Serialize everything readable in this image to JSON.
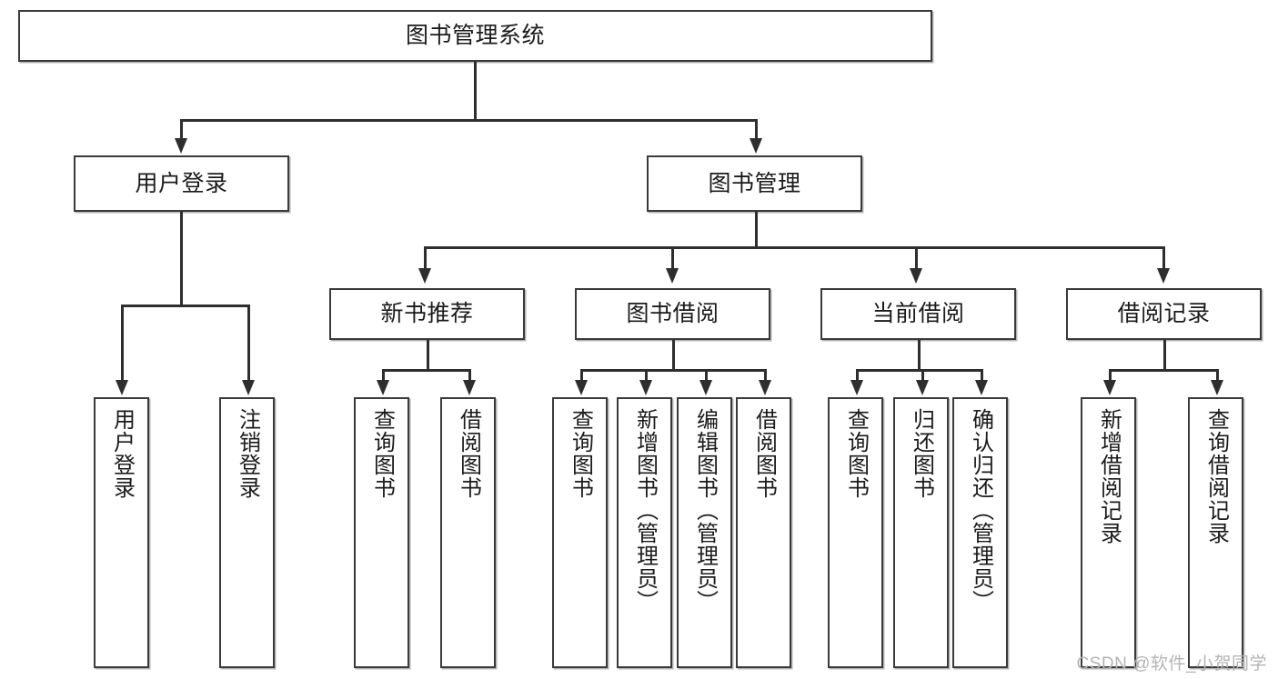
{
  "diagram": {
    "title": "图书管理系统",
    "watermark": "CSDN @软件_小贺同学",
    "colors": {
      "box_border": "#3a3a3a",
      "connector": "#2e2e2e",
      "background": "#ffffff",
      "text": "#1b1b1b",
      "watermark": "#b4b4b4"
    },
    "root": {
      "label": "图书管理系统"
    },
    "level2": [
      {
        "label": "用户登录"
      },
      {
        "label": "图书管理"
      }
    ],
    "level3": [
      {
        "label": "新书推荐"
      },
      {
        "label": "图书借阅"
      },
      {
        "label": "当前借阅"
      },
      {
        "label": "借阅记录"
      }
    ],
    "leaves": [
      {
        "label": "用户登录",
        "parent": "用户登录"
      },
      {
        "label": "注销登录",
        "parent": "用户登录"
      },
      {
        "label": "查询图书",
        "parent": "新书推荐"
      },
      {
        "label": "借阅图书",
        "parent": "新书推荐"
      },
      {
        "label": "查询图书",
        "parent": "图书借阅"
      },
      {
        "label": "新增图书（管理员）",
        "parent": "图书借阅"
      },
      {
        "label": "编辑图书（管理员）",
        "parent": "图书借阅"
      },
      {
        "label": "借阅图书",
        "parent": "图书借阅"
      },
      {
        "label": "查询图书",
        "parent": "当前借阅"
      },
      {
        "label": "归还图书",
        "parent": "当前借阅"
      },
      {
        "label": "确认归还（管理员）",
        "parent": "当前借阅"
      },
      {
        "label": "新增借阅记录",
        "parent": "借阅记录"
      },
      {
        "label": "查询借阅记录",
        "parent": "借阅记录"
      }
    ]
  },
  "chart_data": {
    "type": "tree",
    "title": "图书管理系统",
    "nodes": [
      {
        "label": "图书管理系统",
        "level": 1,
        "children": [
          {
            "label": "用户登录",
            "level": 2,
            "children": [
              {
                "label": "用户登录",
                "level": 4
              },
              {
                "label": "注销登录",
                "level": 4
              }
            ]
          },
          {
            "label": "图书管理",
            "level": 2,
            "children": [
              {
                "label": "新书推荐",
                "level": 3,
                "children": [
                  {
                    "label": "查询图书",
                    "level": 4
                  },
                  {
                    "label": "借阅图书",
                    "level": 4
                  }
                ]
              },
              {
                "label": "图书借阅",
                "level": 3,
                "children": [
                  {
                    "label": "查询图书",
                    "level": 4
                  },
                  {
                    "label": "新增图书（管理员）",
                    "level": 4
                  },
                  {
                    "label": "编辑图书（管理员）",
                    "level": 4
                  },
                  {
                    "label": "借阅图书",
                    "level": 4
                  }
                ]
              },
              {
                "label": "当前借阅",
                "level": 3,
                "children": [
                  {
                    "label": "查询图书",
                    "level": 4
                  },
                  {
                    "label": "归还图书",
                    "level": 4
                  },
                  {
                    "label": "确认归还（管理员）",
                    "level": 4
                  }
                ]
              },
              {
                "label": "借阅记录",
                "level": 3,
                "children": [
                  {
                    "label": "新增借阅记录",
                    "level": 4
                  },
                  {
                    "label": "查询借阅记录",
                    "level": 4
                  }
                ]
              }
            ]
          }
        ]
      }
    ]
  }
}
